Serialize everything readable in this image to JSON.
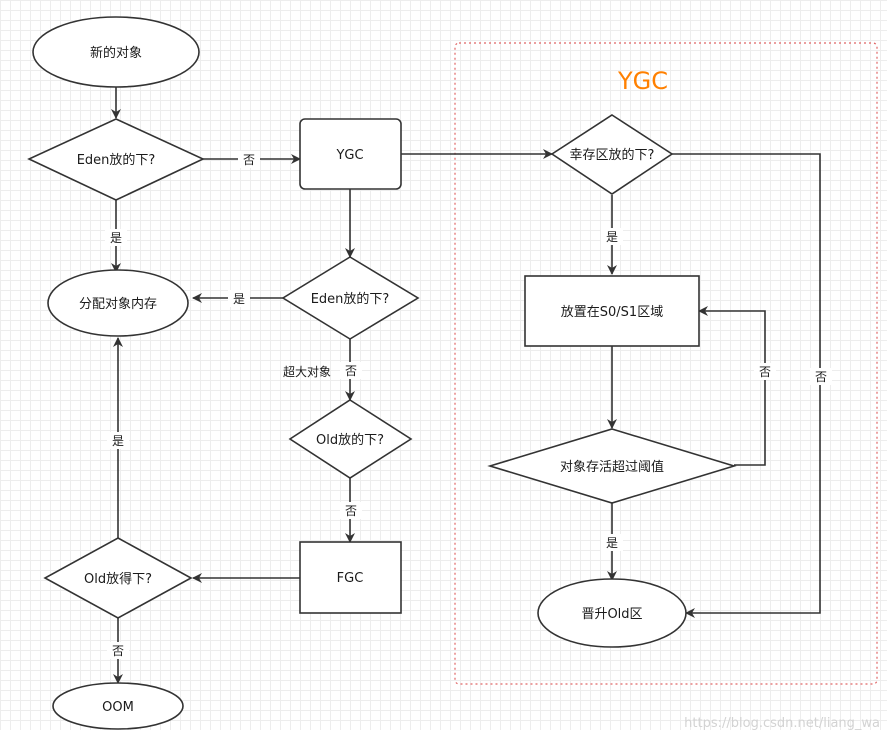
{
  "colors": {
    "stroke": "#333333",
    "fill": "#ffffff",
    "group_border": "#e06666",
    "group_title": "#ff8000",
    "red_annotation": "#d40000"
  },
  "group": {
    "title": "YGC"
  },
  "nodes": {
    "new_object": "新的对象",
    "eden_fit_1": "Eden放的下?",
    "ygc": "YGC",
    "allocate": "分配对象内存",
    "eden_fit_2": "Eden放的下?",
    "old_fit_1": "Old放的下?",
    "fgc": "FGC",
    "old_fit_2": "Old放得下?",
    "oom": "OOM",
    "survivor_fit": "幸存区放的下?",
    "place_s0s1": "放置在S0/S1区域",
    "age_check": "对象存活超过阈值",
    "promote": "晋升Old区"
  },
  "edges": {
    "eden1_no": "否",
    "eden1_yes": "是",
    "eden2_yes": "是",
    "eden2_no": "否",
    "old1_no": "否",
    "old2_yes": "是",
    "old2_no": "否",
    "survivor_yes": "是",
    "survivor_no": "否",
    "age_no": "否",
    "age_yes": "是"
  },
  "annotations": {
    "big_object": "超大对象"
  },
  "watermark": "https://blog.csdn.net/liang_wa"
}
